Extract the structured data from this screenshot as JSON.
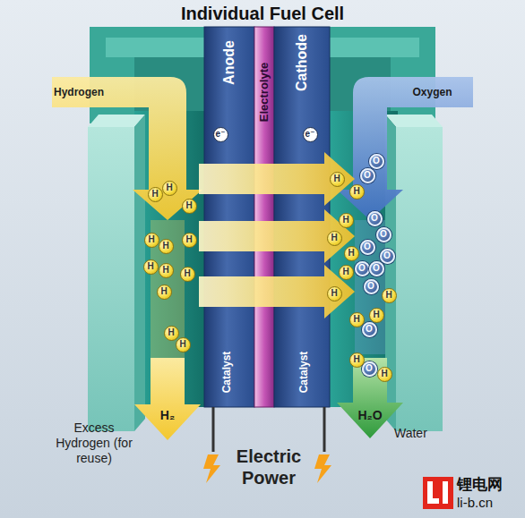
{
  "diagram": {
    "title": "Individual Fuel Cell",
    "nodes": [
      {
        "text": [
          "Hydrogen"
        ]
      },
      {
        "text": [
          "Anode",
          "Catalyst"
        ]
      },
      {
        "text": [
          "e⁻"
        ],
        "in": 1
      },
      {
        "text": [
          "Electrolyte"
        ]
      },
      {
        "text": [
          "Cathode",
          "Catalyst"
        ]
      },
      {
        "text": [
          "e⁻"
        ],
        "in": 4
      },
      {
        "text": [
          "Oxygen"
        ]
      },
      {
        "text": [
          "H"
        ]
      },
      {
        "text": [
          "H"
        ]
      },
      {
        "text": [
          "H"
        ]
      },
      {
        "text": [
          "H"
        ]
      },
      {
        "text": [
          "H"
        ]
      },
      {
        "text": [
          "H"
        ]
      },
      {
        "text": [
          "H"
        ]
      },
      {
        "text": [
          "H"
        ]
      },
      {
        "text": [
          "H"
        ]
      },
      {
        "text": [
          "H"
        ]
      },
      {
        "text": [
          "H"
        ]
      },
      {
        "text": [
          "H"
        ]
      },
      {
        "text": [
          "H"
        ]
      },
      {
        "text": [
          "H"
        ]
      },
      {
        "text": [
          "H"
        ]
      },
      {
        "text": [
          "H"
        ]
      },
      {
        "text": [
          "H"
        ]
      },
      {
        "text": [
          "H"
        ]
      },
      {
        "text": [
          "H"
        ]
      },
      {
        "text": [
          "H"
        ]
      },
      {
        "text": [
          "O"
        ]
      },
      {
        "text": [
          "O"
        ]
      },
      {
        "text": [
          "O"
        ]
      },
      {
        "text": [
          "O"
        ]
      },
      {
        "text": [
          "O"
        ]
      },
      {
        "text": [
          "O"
        ]
      },
      {
        "text": [
          "O"
        ]
      },
      {
        "text": [
          "O"
        ]
      },
      {
        "text": [
          "O"
        ]
      },
      {
        "text": [
          "O"
        ]
      },
      {
        "text": [
          "H"
        ]
      },
      {
        "text": [
          "H"
        ]
      },
      {
        "text": [
          "O"
        ]
      },
      {
        "text": [
          "H"
        ]
      },
      {
        "text": [
          "H"
        ]
      },
      {
        "text": [
          "H₂"
        ]
      },
      {
        "text": [
          "H₂O"
        ]
      }
    ],
    "labels": [
      "Excess Hydrogen (for reuse)",
      "Water",
      "Electric Power",
      "锂电网",
      "li-b.cn"
    ]
  }
}
